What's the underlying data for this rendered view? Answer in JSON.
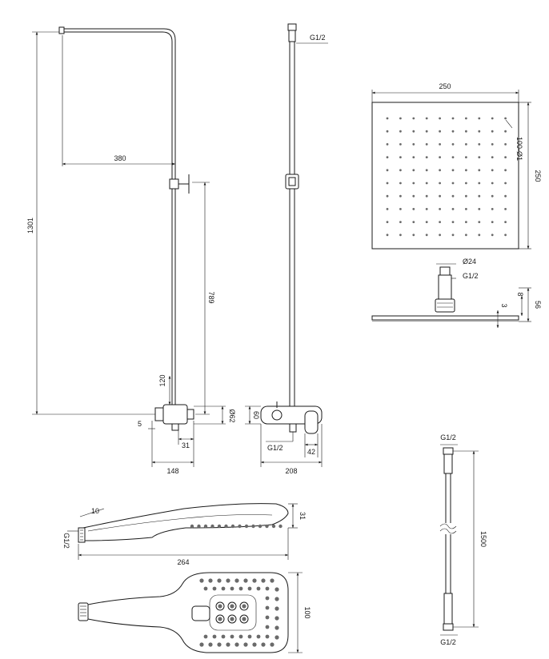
{
  "diagram": {
    "dimensions": {
      "d1301": "1301",
      "d380": "380",
      "d789": "789",
      "d120": "120",
      "d5": "5",
      "d31a": "31",
      "d148": "148",
      "d62": "Ø62",
      "d60": "60",
      "d208": "208",
      "d42": "42",
      "g12_top": "G1/2",
      "g12_mixer": "G1/2",
      "d250_w": "250",
      "d250_h": "250",
      "d100_1": "100-Ø1",
      "d24": "Ø24",
      "g12_head": "G1/2",
      "d8": "8",
      "d3": "3",
      "d56": "56",
      "d10": "10",
      "g12_hand": "G1/2",
      "d31_hand": "31",
      "d264": "264",
      "d100": "100",
      "g12_hose_top": "G1/2",
      "d1500": "1500",
      "g12_hose_bot": "G1/2"
    },
    "colors": {
      "line": "#1a1a1a",
      "fill_gray": "#9a9a9a",
      "dot": "#6a6a6a"
    }
  }
}
